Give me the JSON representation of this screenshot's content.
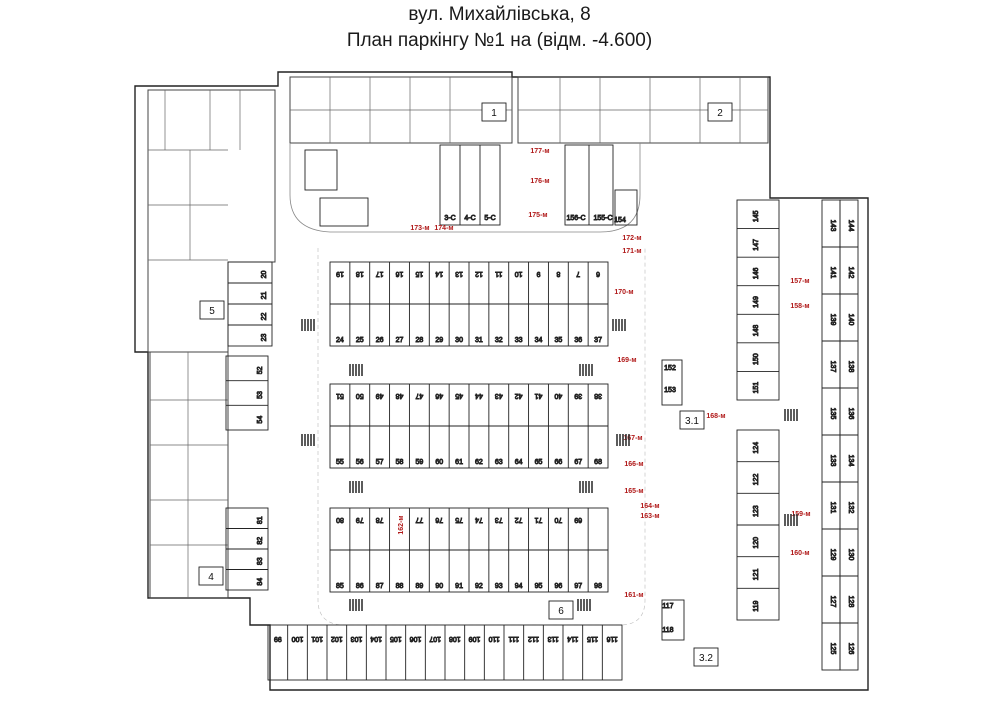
{
  "header": {
    "line1": "вул. Михайлівська, 8",
    "line2": "План паркінгу №1 на (відм. -4.600)"
  },
  "stairwells": [
    "1",
    "2",
    "3.1",
    "3.2",
    "4",
    "5",
    "6"
  ],
  "block_a": {
    "top": [
      "19",
      "18",
      "17",
      "16",
      "15",
      "14",
      "13",
      "12",
      "11",
      "10",
      "9",
      "8",
      "7",
      "6"
    ],
    "bottom": [
      "24",
      "25",
      "26",
      "27",
      "28",
      "29",
      "30",
      "31",
      "32",
      "33",
      "34",
      "35",
      "36",
      "37"
    ]
  },
  "block_b": {
    "top": [
      "51",
      "50",
      "49",
      "48",
      "47",
      "46",
      "45",
      "44",
      "43",
      "42",
      "41",
      "40",
      "39",
      "38"
    ],
    "bottom": [
      "55",
      "56",
      "57",
      "58",
      "59",
      "60",
      "61",
      "62",
      "63",
      "64",
      "65",
      "66",
      "67",
      "68"
    ]
  },
  "block_c": {
    "top": [
      "80",
      "79",
      "78",
      "",
      "77",
      "76",
      "75",
      "74",
      "73",
      "72",
      "71",
      "70",
      "69"
    ],
    "bottom": [
      "85",
      "86",
      "87",
      "88",
      "89",
      "90",
      "91",
      "92",
      "93",
      "94",
      "95",
      "96",
      "97",
      "98"
    ]
  },
  "bottom_row": [
    "99",
    "100",
    "101",
    "102",
    "103",
    "104",
    "105",
    "106",
    "107",
    "108",
    "109",
    "110",
    "111",
    "112",
    "113",
    "114",
    "115",
    "116"
  ],
  "left_spaces": [
    "20",
    "21",
    "22",
    "23",
    "52",
    "53",
    "54",
    "81",
    "82",
    "83",
    "84"
  ],
  "right_inner_top": [
    "145",
    "147",
    "146",
    "149",
    "148",
    "150",
    "151"
  ],
  "right_inner_bottom": [
    "124",
    "122",
    "123",
    "120",
    "121",
    "119"
  ],
  "right_col_a": [
    "143",
    "141",
    "139",
    "137",
    "135",
    "133",
    "131",
    "129",
    "127",
    "125"
  ],
  "right_col_b": [
    "144",
    "142",
    "140",
    "138",
    "136",
    "134",
    "132",
    "130",
    "128",
    "126"
  ],
  "small_misc": [
    "152",
    "153",
    "154",
    "117",
    "118",
    "156-C",
    "155-C",
    "3-C",
    "4-C",
    "5-C"
  ],
  "red_labels": [
    "173-м",
    "174-м",
    "175-м",
    "176-м",
    "177-м",
    "172-м",
    "171-м",
    "170-м",
    "169-м",
    "168-м",
    "167-м",
    "166-м",
    "165-м",
    "164-м",
    "163-м",
    "162-м",
    "161-м",
    "160-м",
    "159-м",
    "158-м",
    "157-м"
  ]
}
